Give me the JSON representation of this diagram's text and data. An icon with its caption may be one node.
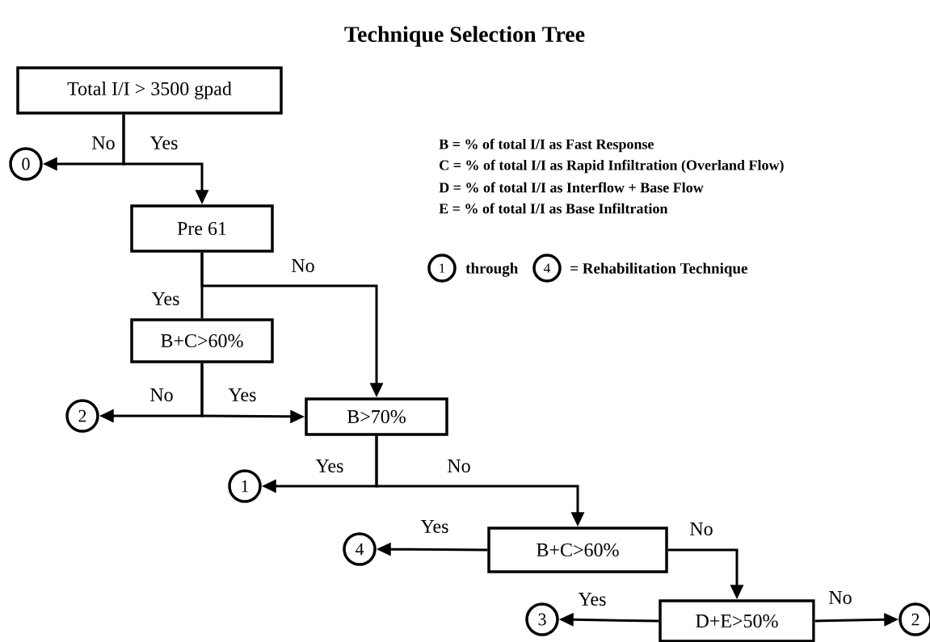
{
  "diagram": {
    "title": "Technique Selection Tree",
    "nodes": [
      {
        "text": [
          "Total I/I > 3500 gpad"
        ]
      },
      {
        "text": [
          "0"
        ]
      },
      {
        "text": [
          "Pre 61"
        ]
      },
      {
        "text": [
          "B+C>60%"
        ]
      },
      {
        "text": [
          "2"
        ]
      },
      {
        "text": [
          "B>70%"
        ]
      },
      {
        "text": [
          "1"
        ]
      },
      {
        "text": [
          "B+C>60%"
        ]
      },
      {
        "text": [
          "4"
        ]
      },
      {
        "text": [
          "D+E>50%"
        ]
      },
      {
        "text": [
          "3"
        ]
      },
      {
        "text": [
          "2"
        ]
      },
      {
        "text": [
          "1"
        ]
      },
      {
        "text": [
          "4"
        ]
      }
    ],
    "edges": [
      {
        "from": 0,
        "to": 1,
        "arrow": "to",
        "label": "No"
      },
      {
        "from": 0,
        "to": 2,
        "arrow": "to",
        "label": "Yes"
      },
      {
        "from": 2,
        "to": 5,
        "arrow": "to",
        "label": "No"
      },
      {
        "from": 2,
        "to": 3,
        "arrow": "none",
        "label": "Yes"
      },
      {
        "from": 3,
        "to": 4,
        "arrow": "to",
        "label": "No"
      },
      {
        "from": 3,
        "to": 5,
        "arrow": "to",
        "label": "Yes"
      },
      {
        "from": 5,
        "to": 6,
        "arrow": "to",
        "label": "Yes"
      },
      {
        "from": 5,
        "to": 7,
        "arrow": "to",
        "label": "No"
      },
      {
        "from": 7,
        "to": 8,
        "arrow": "to",
        "label": "Yes"
      },
      {
        "from": 7,
        "to": 9,
        "arrow": "to",
        "label": "No"
      },
      {
        "from": 9,
        "to": 10,
        "arrow": "to",
        "label": "Yes"
      },
      {
        "from": 9,
        "to": 11,
        "arrow": "to",
        "label": "No"
      }
    ],
    "labels": [
      "B = % of total I/I as Fast Response",
      "C = % of total  I/I as Rapid Infiltration (Overland Flow)",
      "D = % of total I/I as Interflow + Base Flow",
      "E = % of total I/I as Base Infiltration",
      "through",
      "= Rehabilitation Technique"
    ]
  }
}
